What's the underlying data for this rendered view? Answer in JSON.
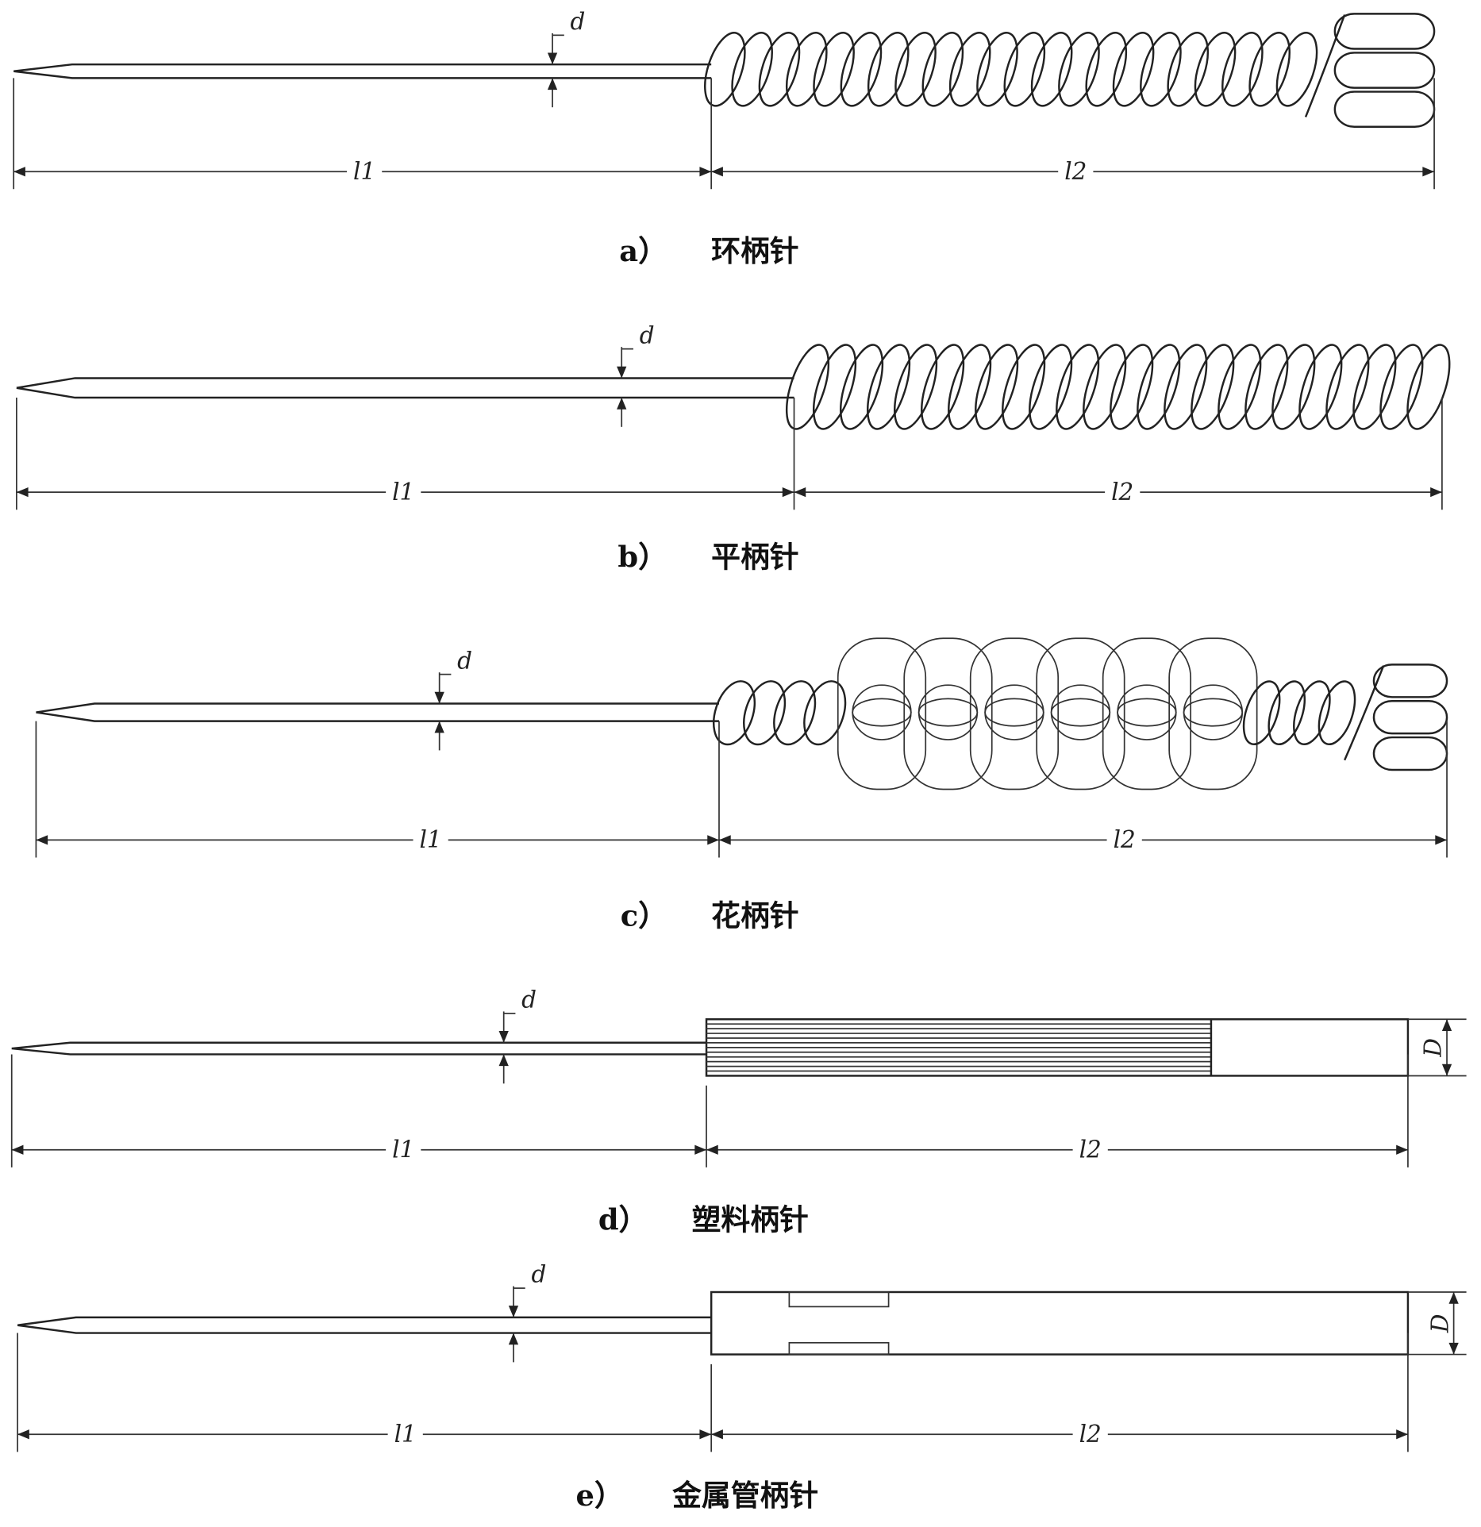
{
  "panels": [
    {
      "id": "a",
      "caption_letter": "a）",
      "caption_text": "环柄针",
      "handle": "ring-coil",
      "d_label": "d",
      "l1_label": "l1",
      "l2_label": "l2"
    },
    {
      "id": "b",
      "caption_letter": "b）",
      "caption_text": "平柄针",
      "handle": "flat-coil",
      "d_label": "d",
      "l1_label": "l1",
      "l2_label": "l2"
    },
    {
      "id": "c",
      "caption_letter": "c）",
      "caption_text": "花柄针",
      "handle": "flower-coil",
      "d_label": "d",
      "l1_label": "l1",
      "l2_label": "l2"
    },
    {
      "id": "d",
      "caption_letter": "d）",
      "caption_text": "塑料柄针",
      "handle": "plastic",
      "d_label": "d",
      "l1_label": "l1",
      "l2_label": "l2",
      "D_label": "D"
    },
    {
      "id": "e",
      "caption_letter": "e）",
      "caption_text": "金属管柄针",
      "handle": "metal-tube",
      "d_label": "d",
      "l1_label": "l1",
      "l2_label": "l2",
      "D_label": "D"
    }
  ]
}
